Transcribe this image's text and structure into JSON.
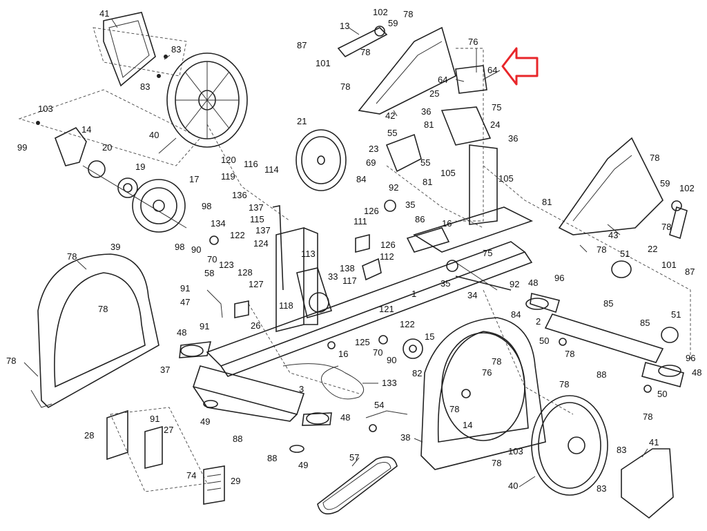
{
  "diagram": {
    "highlight_color": "#e8262a",
    "highlighted_part": "64",
    "callouts": [
      {
        "id": "c41a",
        "label": "41"
      },
      {
        "id": "c83a",
        "label": "83"
      },
      {
        "id": "c83b",
        "label": "83"
      },
      {
        "id": "c40a",
        "label": "40"
      },
      {
        "id": "c103a",
        "label": "103"
      },
      {
        "id": "c14a",
        "label": "14"
      },
      {
        "id": "c99",
        "label": "99"
      },
      {
        "id": "c20",
        "label": "20"
      },
      {
        "id": "c19",
        "label": "19"
      },
      {
        "id": "c17",
        "label": "17"
      },
      {
        "id": "c98a",
        "label": "98"
      },
      {
        "id": "c98b",
        "label": "98"
      },
      {
        "id": "c134",
        "label": "134"
      },
      {
        "id": "c90a",
        "label": "90"
      },
      {
        "id": "c70a",
        "label": "70"
      },
      {
        "id": "c122",
        "label": "122"
      },
      {
        "id": "c124",
        "label": "124"
      },
      {
        "id": "c123",
        "label": "123"
      },
      {
        "id": "c120",
        "label": "120"
      },
      {
        "id": "c119",
        "label": "119"
      },
      {
        "id": "c116",
        "label": "116"
      },
      {
        "id": "c114",
        "label": "114"
      },
      {
        "id": "c136",
        "label": "136"
      },
      {
        "id": "c137a",
        "label": "137"
      },
      {
        "id": "c115",
        "label": "115"
      },
      {
        "id": "c137b",
        "label": "137"
      },
      {
        "id": "c21",
        "label": "21"
      },
      {
        "id": "c87a",
        "label": "87"
      },
      {
        "id": "c13",
        "label": "13"
      },
      {
        "id": "c101a",
        "label": "101"
      },
      {
        "id": "c102a",
        "label": "102"
      },
      {
        "id": "c59a",
        "label": "59"
      },
      {
        "id": "c78a",
        "label": "78"
      },
      {
        "id": "c78b",
        "label": "78"
      },
      {
        "id": "c78c",
        "label": "78"
      },
      {
        "id": "c42",
        "label": "42"
      },
      {
        "id": "c76a",
        "label": "76"
      },
      {
        "id": "c64a",
        "label": "64"
      },
      {
        "id": "c64b",
        "label": "64"
      },
      {
        "id": "c25",
        "label": "25"
      },
      {
        "id": "c36a",
        "label": "36"
      },
      {
        "id": "c75a",
        "label": "75"
      },
      {
        "id": "c24",
        "label": "24"
      },
      {
        "id": "c36b",
        "label": "36"
      },
      {
        "id": "c81a",
        "label": "81"
      },
      {
        "id": "c55a",
        "label": "55"
      },
      {
        "id": "c23",
        "label": "23"
      },
      {
        "id": "c55b",
        "label": "55"
      },
      {
        "id": "c69",
        "label": "69"
      },
      {
        "id": "c105a",
        "label": "105"
      },
      {
        "id": "c84a",
        "label": "84"
      },
      {
        "id": "c92a",
        "label": "92"
      },
      {
        "id": "c81b",
        "label": "81"
      },
      {
        "id": "c105b",
        "label": "105"
      },
      {
        "id": "c81c",
        "label": "81"
      },
      {
        "id": "c35a",
        "label": "35"
      },
      {
        "id": "c126a",
        "label": "126"
      },
      {
        "id": "c111",
        "label": "111"
      },
      {
        "id": "c86",
        "label": "86"
      },
      {
        "id": "c16a",
        "label": "16"
      },
      {
        "id": "c126b",
        "label": "126"
      },
      {
        "id": "c75b",
        "label": "75"
      },
      {
        "id": "c112",
        "label": "112"
      },
      {
        "id": "c113",
        "label": "113"
      },
      {
        "id": "c128",
        "label": "128"
      },
      {
        "id": "c127",
        "label": "127"
      },
      {
        "id": "c138",
        "label": "138"
      },
      {
        "id": "c33",
        "label": "33"
      },
      {
        "id": "c117",
        "label": "117"
      },
      {
        "id": "c1",
        "label": "1"
      },
      {
        "id": "c35b",
        "label": "35"
      },
      {
        "id": "c34",
        "label": "34"
      },
      {
        "id": "c92b",
        "label": "92"
      },
      {
        "id": "c84b",
        "label": "84"
      },
      {
        "id": "c78d",
        "label": "78"
      },
      {
        "id": "c43",
        "label": "43"
      },
      {
        "id": "c59b",
        "label": "59"
      },
      {
        "id": "c102b",
        "label": "102"
      },
      {
        "id": "c78e",
        "label": "78"
      },
      {
        "id": "c78f",
        "label": "78"
      },
      {
        "id": "c22",
        "label": "22"
      },
      {
        "id": "c101b",
        "label": "101"
      },
      {
        "id": "c87b",
        "label": "87"
      },
      {
        "id": "c51a",
        "label": "51"
      },
      {
        "id": "c48a",
        "label": "48"
      },
      {
        "id": "c96a",
        "label": "96"
      },
      {
        "id": "c85a",
        "label": "85"
      },
      {
        "id": "c2",
        "label": "2"
      },
      {
        "id": "c85b",
        "label": "85"
      },
      {
        "id": "c51b",
        "label": "51"
      },
      {
        "id": "c50a",
        "label": "50"
      },
      {
        "id": "c78g",
        "label": "78"
      },
      {
        "id": "c96b",
        "label": "96"
      },
      {
        "id": "c88a",
        "label": "88"
      },
      {
        "id": "c48b",
        "label": "48"
      },
      {
        "id": "c50b",
        "label": "50"
      },
      {
        "id": "c78h",
        "label": "78"
      },
      {
        "id": "c39",
        "label": "39"
      },
      {
        "id": "c78i",
        "label": "78"
      },
      {
        "id": "c78j",
        "label": "78"
      },
      {
        "id": "c58",
        "label": "58"
      },
      {
        "id": "c91a",
        "label": "91"
      },
      {
        "id": "c47",
        "label": "47"
      },
      {
        "id": "c91b",
        "label": "91"
      },
      {
        "id": "c26",
        "label": "26"
      },
      {
        "id": "c118",
        "label": "118"
      },
      {
        "id": "c121",
        "label": "121"
      },
      {
        "id": "c122b",
        "label": "122"
      },
      {
        "id": "c125",
        "label": "125"
      },
      {
        "id": "c48c",
        "label": "48"
      },
      {
        "id": "c78k",
        "label": "78"
      },
      {
        "id": "c37",
        "label": "37"
      },
      {
        "id": "c16b",
        "label": "16"
      },
      {
        "id": "c70b",
        "label": "70"
      },
      {
        "id": "c90b",
        "label": "90"
      },
      {
        "id": "c15",
        "label": "15"
      },
      {
        "id": "c82",
        "label": "82"
      },
      {
        "id": "c3",
        "label": "3"
      },
      {
        "id": "c133",
        "label": "133"
      },
      {
        "id": "c49a",
        "label": "49"
      },
      {
        "id": "c88b",
        "label": "88"
      },
      {
        "id": "c48d",
        "label": "48"
      },
      {
        "id": "c54",
        "label": "54"
      },
      {
        "id": "c88c",
        "label": "88"
      },
      {
        "id": "c49b",
        "label": "49"
      },
      {
        "id": "c28",
        "label": "28"
      },
      {
        "id": "c91c",
        "label": "91"
      },
      {
        "id": "c27",
        "label": "27"
      },
      {
        "id": "c74",
        "label": "74"
      },
      {
        "id": "c29",
        "label": "29"
      },
      {
        "id": "c57",
        "label": "57"
      },
      {
        "id": "c78l",
        "label": "78"
      },
      {
        "id": "c76b",
        "label": "76"
      },
      {
        "id": "c78m",
        "label": "78"
      },
      {
        "id": "c14b",
        "label": "14"
      },
      {
        "id": "c38",
        "label": "38"
      },
      {
        "id": "c103b",
        "label": "103"
      },
      {
        "id": "c78n",
        "label": "78"
      },
      {
        "id": "c78o",
        "label": "78"
      },
      {
        "id": "c40b",
        "label": "40"
      },
      {
        "id": "c41b",
        "label": "41"
      },
      {
        "id": "c83c",
        "label": "83"
      },
      {
        "id": "c83d",
        "label": "83"
      }
    ]
  }
}
